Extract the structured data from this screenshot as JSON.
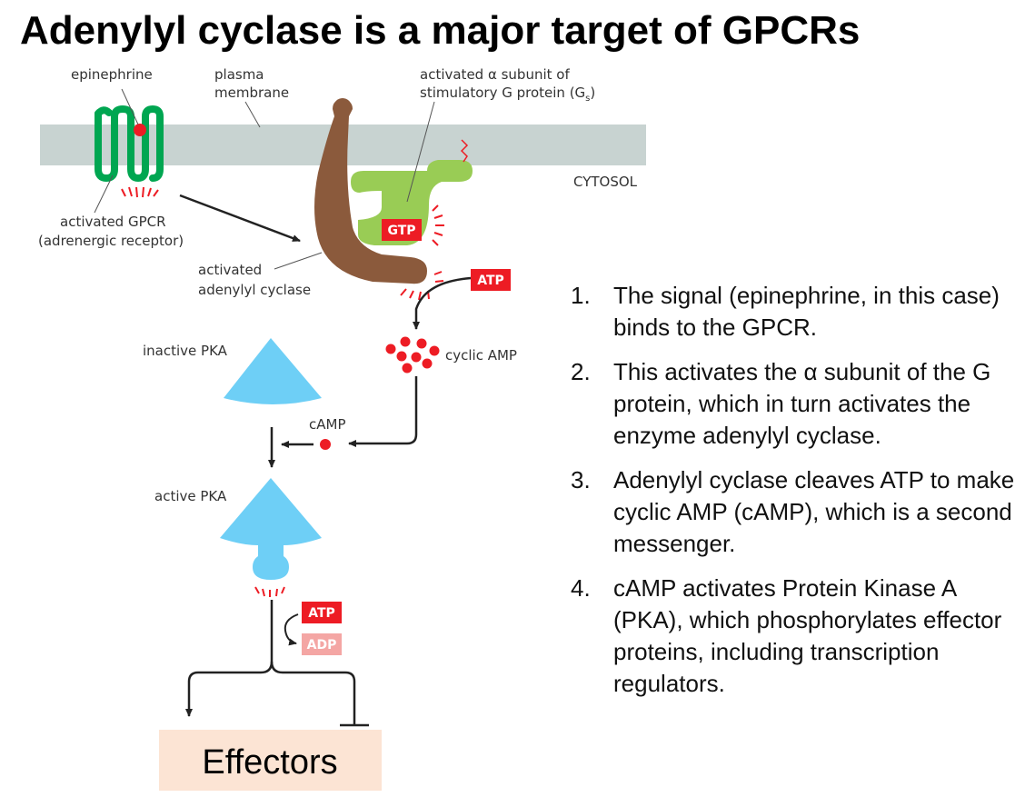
{
  "title": "Adenylyl cyclase is a major target of GPCRs",
  "diagram": {
    "labels": {
      "epinephrine": "epinephrine",
      "plasma_membrane_1": "plasma",
      "plasma_membrane_2": "membrane",
      "g_alpha_1": "activated α subunit of",
      "g_alpha_2": "stimulatory G protein (G",
      "g_alpha_sub": "s",
      "g_alpha_close": ")",
      "cytosol": "CYTOSOL",
      "gpcr_1": "activated GPCR",
      "gpcr_2": "(adrenergic receptor)",
      "cyclase_1": "activated",
      "cyclase_2": "adenylyl cyclase",
      "cyclic_amp": "cyclic AMP",
      "inactive_pka": "inactive PKA",
      "camp": "cAMP",
      "active_pka": "active PKA"
    },
    "tags": {
      "gtp": "GTP",
      "atp_top": "ATP",
      "atp_bottom": "ATP",
      "adp": "ADP"
    },
    "effectors": "Effectors",
    "colors": {
      "membrane": "#c8d3d1",
      "gpcr": "#00a651",
      "g_protein": "#99cc55",
      "adenylyl_cyclase": "#8b5a3c",
      "pka": "#6ecff6",
      "red": "#ed1c24",
      "adp_bg": "#f4a6a4",
      "effector_box": "#fce4d4"
    }
  },
  "steps": [
    {
      "num": "1.",
      "text": "The signal (epinephrine, in this case) binds to the GPCR."
    },
    {
      "num": "2.",
      "text": "This activates the α subunit of the G protein, which in turn activates the enzyme adenylyl cyclase."
    },
    {
      "num": "3.",
      "text": "Adenylyl cyclase cleaves ATP to make cyclic AMP (cAMP), which is a second messenger."
    },
    {
      "num": "4.",
      "text": "cAMP activates Protein Kinase A (PKA), which phosphorylates effector proteins, including transcription regulators."
    }
  ]
}
